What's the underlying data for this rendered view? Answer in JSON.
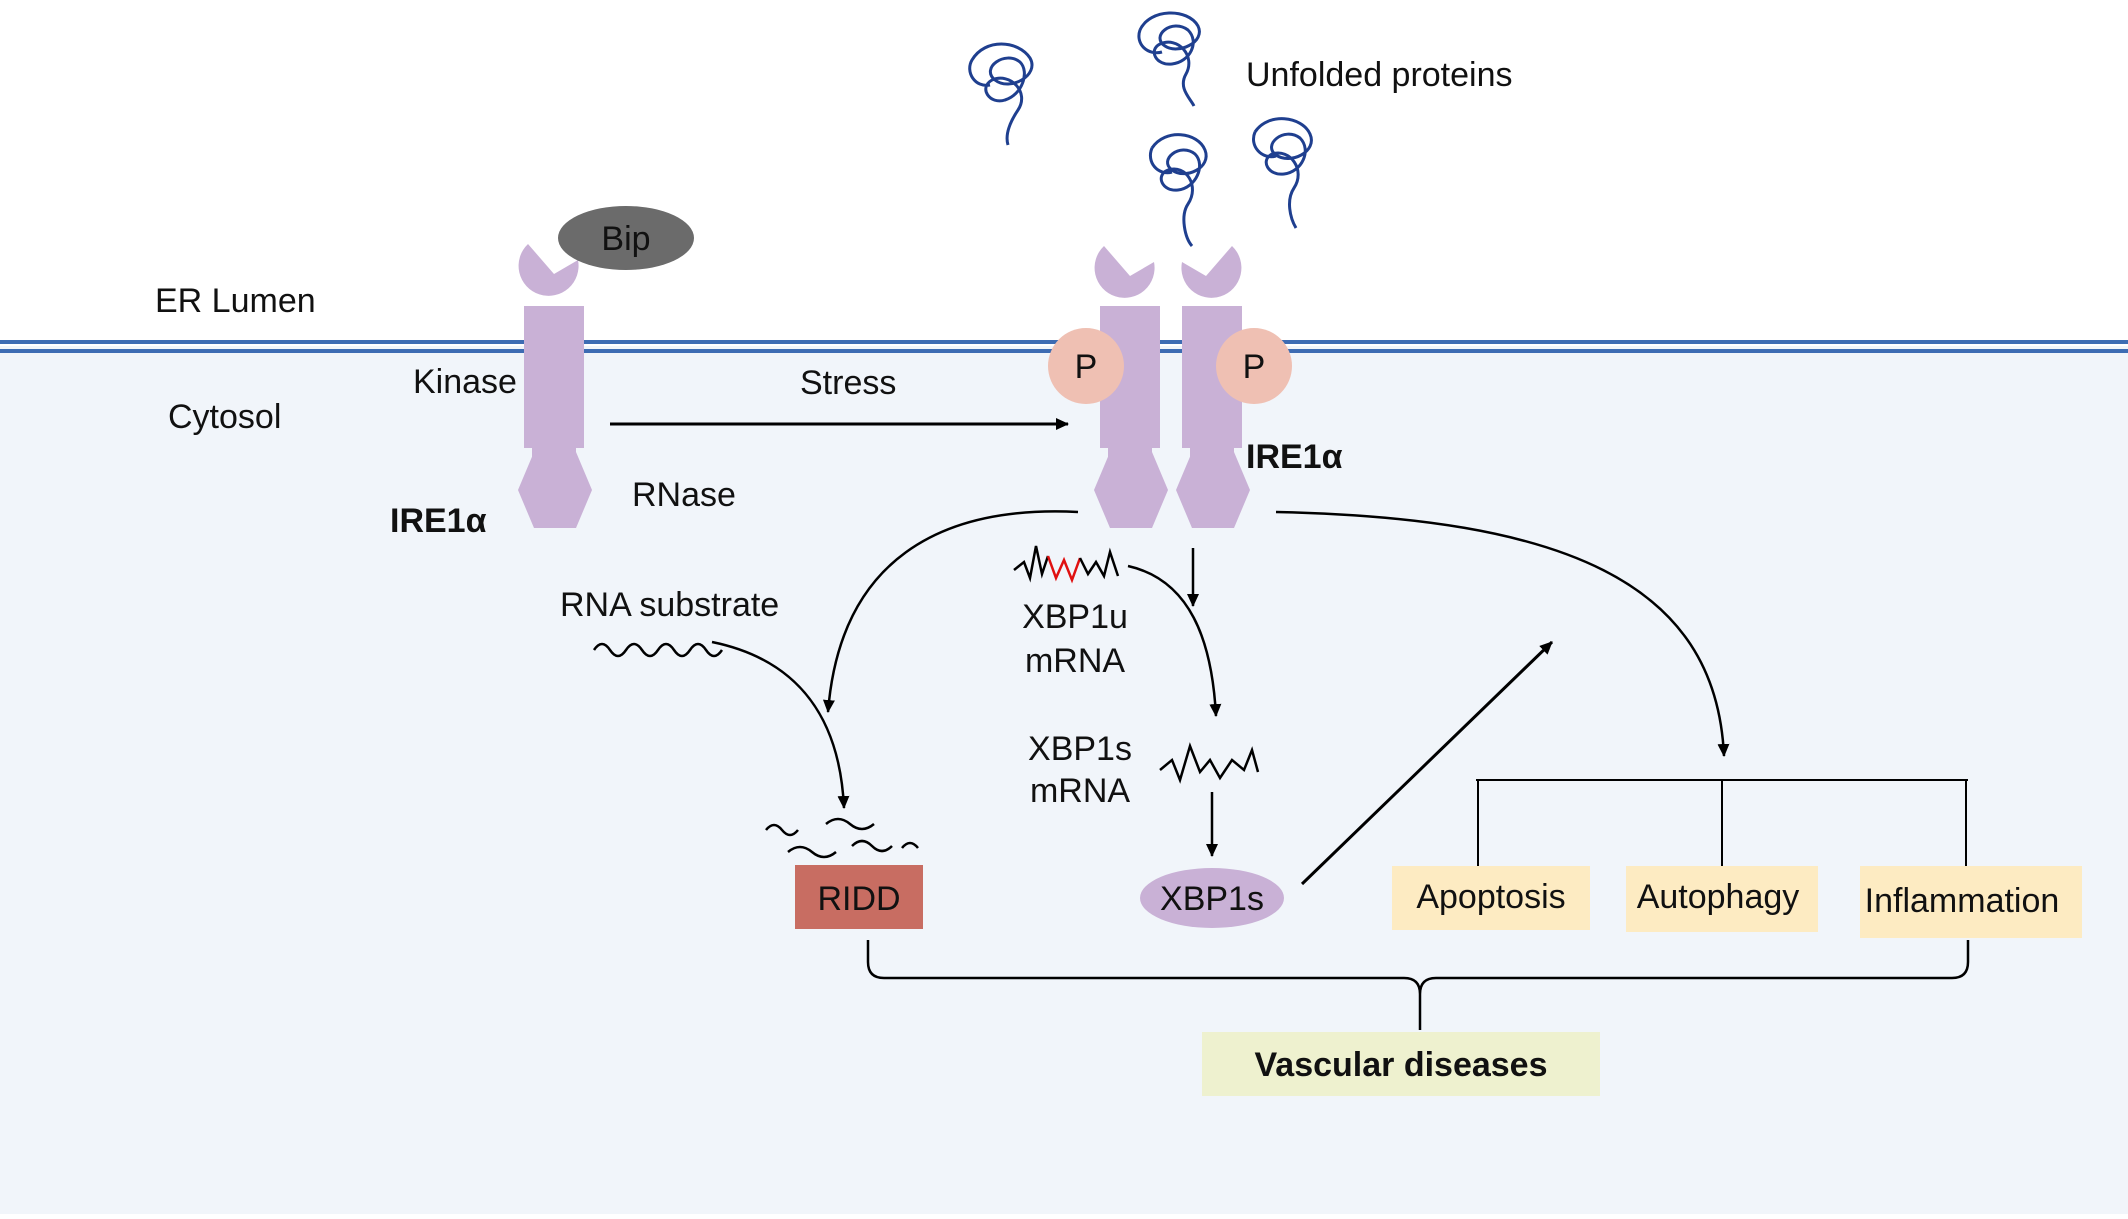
{
  "regions": {
    "lumen": "ER Lumen",
    "cytosol": "Cytosol"
  },
  "stimulus": {
    "unfolded": "Unfolded proteins",
    "stress": "Stress"
  },
  "monomer": {
    "chaperone": "Bip",
    "kinase": "Kinase",
    "rnase": "RNase",
    "name": "IRE1α"
  },
  "dimer": {
    "phospho": "P",
    "name": "IRE1α"
  },
  "pathway": {
    "rna_substrate": "RNA substrate",
    "ridd": "RIDD",
    "xbp1u_line1": "XBP1u",
    "xbp1u_line2": "mRNA",
    "xbp1s_line1": "XBP1s",
    "xbp1s_line2": "mRNA",
    "xbp1s_protein": "XBP1s"
  },
  "outcomes": [
    "Apoptosis",
    "Autophagy",
    "Inflammation"
  ],
  "disease": "Vascular diseases",
  "colors": {
    "cytosol_bg": "#f1f5fa",
    "membrane": "#3d6cb3",
    "ire1": "#c9b1d6",
    "phospho": "#efc0b3",
    "bip": "#6b6b6b",
    "protein": "#1f3f8f",
    "ridd": "#c86d62",
    "outcome_box": "#fdebc2",
    "disease_box": "#eef1cf",
    "spliced_intron": "#e01010"
  }
}
